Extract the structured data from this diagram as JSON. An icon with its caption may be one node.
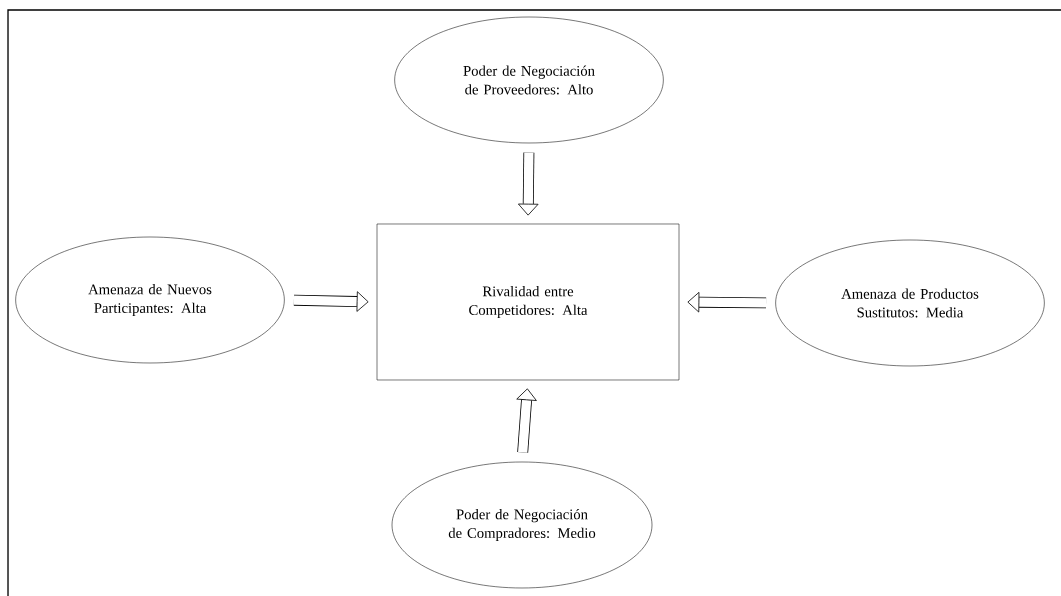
{
  "diagram": {
    "nodes": [
      {
        "text": [
          "Poder de Negociación de Proveedores: Alto"
        ]
      },
      {
        "text": [
          "Amenaza de Nuevos Participantes: Alta"
        ]
      },
      {
        "text": [
          "Rivalidad entre Competidores: Alta"
        ]
      },
      {
        "text": [
          "Amenaza de Productos Sustitutos: Media"
        ]
      },
      {
        "text": [
          "Poder de Negociación de Compradores: Medio"
        ]
      }
    ],
    "edges": [
      {
        "from": 0,
        "to": 2,
        "arrow": "to"
      },
      {
        "from": 1,
        "to": 2,
        "arrow": "to"
      },
      {
        "from": 3,
        "to": 2,
        "arrow": "to"
      },
      {
        "from": 4,
        "to": 2,
        "arrow": "to"
      }
    ]
  }
}
